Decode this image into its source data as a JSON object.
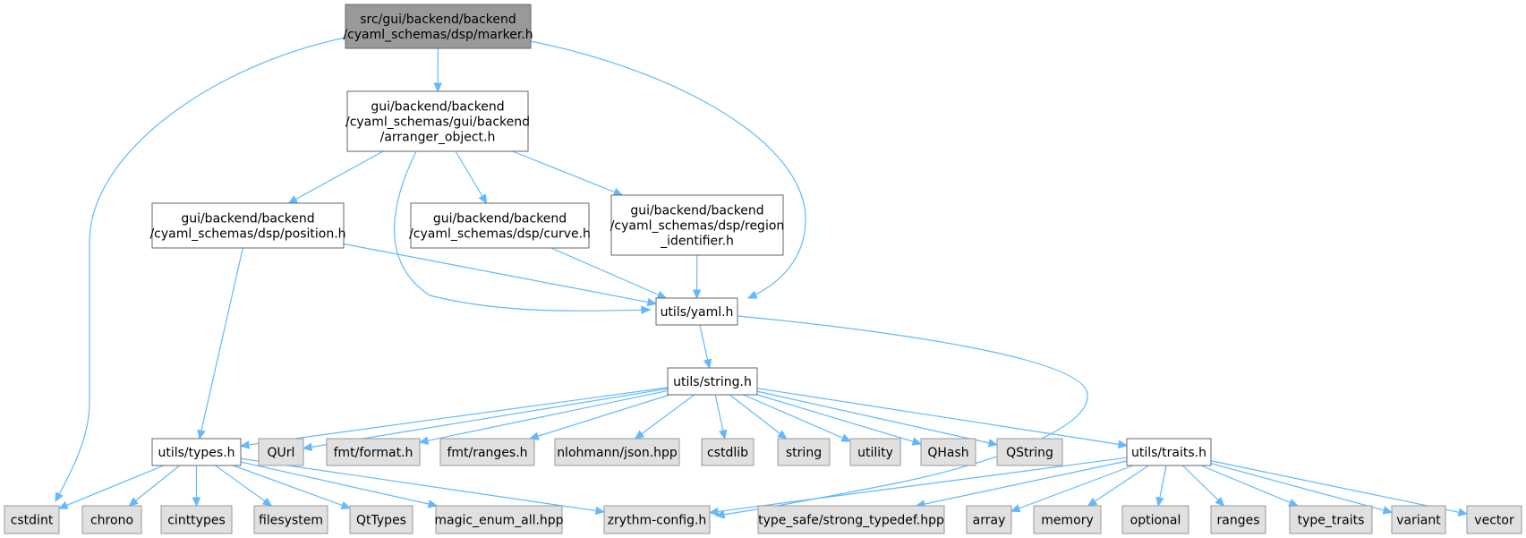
{
  "diagram": {
    "type": "include-dependency-graph",
    "colors": {
      "edge": "#63b8ff",
      "root_fill": "#999999",
      "file_fill": "#ffffff",
      "external_fill": "#e0e0e0",
      "border": "#666666"
    },
    "nodes": [
      {
        "id": "marker",
        "kind": "root",
        "lines": [
          "src/gui/backend/backend",
          "/cyaml_schemas/dsp/marker.h"
        ]
      },
      {
        "id": "arranger",
        "kind": "file",
        "lines": [
          "gui/backend/backend",
          "/cyaml_schemas/gui/backend",
          "/arranger_object.h"
        ]
      },
      {
        "id": "position",
        "kind": "file",
        "lines": [
          "gui/backend/backend",
          "/cyaml_schemas/dsp/position.h"
        ]
      },
      {
        "id": "curve",
        "kind": "file",
        "lines": [
          "gui/backend/backend",
          "/cyaml_schemas/dsp/curve.h"
        ]
      },
      {
        "id": "region",
        "kind": "file",
        "lines": [
          "gui/backend/backend",
          "/cyaml_schemas/dsp/region",
          "_identifier.h"
        ]
      },
      {
        "id": "yaml",
        "kind": "file",
        "lines": [
          "utils/yaml.h"
        ]
      },
      {
        "id": "string",
        "kind": "file",
        "lines": [
          "utils/string.h"
        ]
      },
      {
        "id": "types",
        "kind": "file",
        "lines": [
          "utils/types.h"
        ]
      },
      {
        "id": "qurl",
        "kind": "ext",
        "lines": [
          "QUrl"
        ]
      },
      {
        "id": "fmtformat",
        "kind": "ext",
        "lines": [
          "fmt/format.h"
        ]
      },
      {
        "id": "fmtranges",
        "kind": "ext",
        "lines": [
          "fmt/ranges.h"
        ]
      },
      {
        "id": "json",
        "kind": "ext",
        "lines": [
          "nlohmann/json.hpp"
        ]
      },
      {
        "id": "cstdlib",
        "kind": "ext",
        "lines": [
          "cstdlib"
        ]
      },
      {
        "id": "stringstd",
        "kind": "ext",
        "lines": [
          "string"
        ]
      },
      {
        "id": "utility",
        "kind": "ext",
        "lines": [
          "utility"
        ]
      },
      {
        "id": "qhash",
        "kind": "ext",
        "lines": [
          "QHash"
        ]
      },
      {
        "id": "qstring",
        "kind": "ext",
        "lines": [
          "QString"
        ]
      },
      {
        "id": "traits",
        "kind": "file",
        "lines": [
          "utils/traits.h"
        ]
      },
      {
        "id": "cstdint",
        "kind": "ext",
        "lines": [
          "cstdint"
        ]
      },
      {
        "id": "chrono",
        "kind": "ext",
        "lines": [
          "chrono"
        ]
      },
      {
        "id": "cinttypes",
        "kind": "ext",
        "lines": [
          "cinttypes"
        ]
      },
      {
        "id": "filesystem",
        "kind": "ext",
        "lines": [
          "filesystem"
        ]
      },
      {
        "id": "qttypes",
        "kind": "ext",
        "lines": [
          "QtTypes"
        ]
      },
      {
        "id": "magic",
        "kind": "ext",
        "lines": [
          "magic_enum_all.hpp"
        ]
      },
      {
        "id": "zrythm",
        "kind": "ext",
        "lines": [
          "zrythm-config.h"
        ]
      },
      {
        "id": "strongtd",
        "kind": "ext",
        "lines": [
          "type_safe/strong_typedef.hpp"
        ]
      },
      {
        "id": "array",
        "kind": "ext",
        "lines": [
          "array"
        ]
      },
      {
        "id": "memory",
        "kind": "ext",
        "lines": [
          "memory"
        ]
      },
      {
        "id": "optional",
        "kind": "ext",
        "lines": [
          "optional"
        ]
      },
      {
        "id": "ranges",
        "kind": "ext",
        "lines": [
          "ranges"
        ]
      },
      {
        "id": "typetraits",
        "kind": "ext",
        "lines": [
          "type_traits"
        ]
      },
      {
        "id": "variant",
        "kind": "ext",
        "lines": [
          "variant"
        ]
      },
      {
        "id": "vector",
        "kind": "ext",
        "lines": [
          "vector"
        ]
      }
    ],
    "edges": [
      [
        "marker",
        "arranger"
      ],
      [
        "marker",
        "yaml"
      ],
      [
        "marker",
        "cstdint"
      ],
      [
        "arranger",
        "position"
      ],
      [
        "arranger",
        "curve"
      ],
      [
        "arranger",
        "region"
      ],
      [
        "arranger",
        "yaml"
      ],
      [
        "position",
        "yaml"
      ],
      [
        "position",
        "types"
      ],
      [
        "curve",
        "yaml"
      ],
      [
        "region",
        "yaml"
      ],
      [
        "yaml",
        "string"
      ],
      [
        "yaml",
        "zrythm"
      ],
      [
        "string",
        "types"
      ],
      [
        "string",
        "qurl"
      ],
      [
        "string",
        "fmtformat"
      ],
      [
        "string",
        "fmtranges"
      ],
      [
        "string",
        "json"
      ],
      [
        "string",
        "cstdlib"
      ],
      [
        "string",
        "stringstd"
      ],
      [
        "string",
        "utility"
      ],
      [
        "string",
        "qhash"
      ],
      [
        "string",
        "qstring"
      ],
      [
        "string",
        "traits"
      ],
      [
        "types",
        "cstdint"
      ],
      [
        "types",
        "chrono"
      ],
      [
        "types",
        "cinttypes"
      ],
      [
        "types",
        "filesystem"
      ],
      [
        "types",
        "qttypes"
      ],
      [
        "types",
        "magic"
      ],
      [
        "types",
        "zrythm"
      ],
      [
        "traits",
        "zrythm"
      ],
      [
        "traits",
        "strongtd"
      ],
      [
        "traits",
        "array"
      ],
      [
        "traits",
        "memory"
      ],
      [
        "traits",
        "optional"
      ],
      [
        "traits",
        "ranges"
      ],
      [
        "traits",
        "typetraits"
      ],
      [
        "traits",
        "variant"
      ],
      [
        "traits",
        "vector"
      ]
    ]
  }
}
